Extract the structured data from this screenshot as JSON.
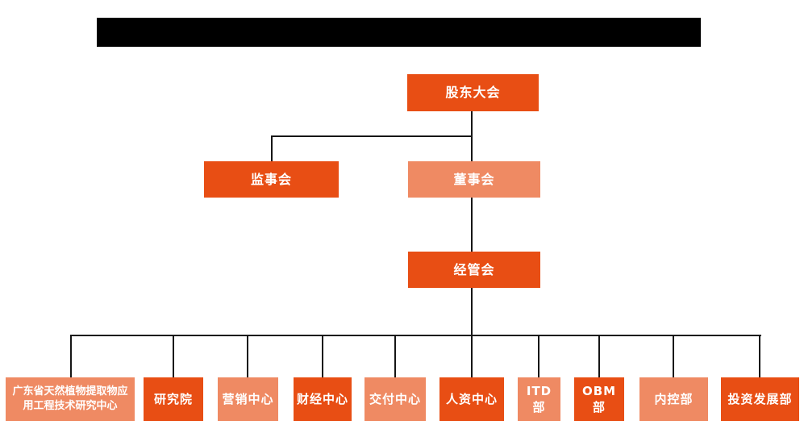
{
  "org": {
    "root": {
      "label": "股东大会",
      "tone": "dark"
    },
    "level2": [
      {
        "label": "监事会",
        "tone": "dark"
      },
      {
        "label": "董事会",
        "tone": "light"
      }
    ],
    "level3": {
      "label": "经管会",
      "tone": "dark"
    },
    "departments": [
      {
        "label": "广东省天然植物提取物应用工程技术研究中心",
        "tone": "light"
      },
      {
        "label": "研究院",
        "tone": "dark"
      },
      {
        "label": "营销中心",
        "tone": "light"
      },
      {
        "label": "财经中心",
        "tone": "dark"
      },
      {
        "label": "交付中心",
        "tone": "light"
      },
      {
        "label": "人资中心",
        "tone": "dark"
      },
      {
        "label": "ITD部",
        "tone": "light"
      },
      {
        "label": "OBM部",
        "tone": "dark"
      },
      {
        "label": "内控部",
        "tone": "light"
      },
      {
        "label": "投资发展部",
        "tone": "dark"
      }
    ]
  },
  "colors": {
    "dark_orange": "#e84e14",
    "light_orange": "#ef8a63",
    "line": "#161616",
    "title_bar": "#000000",
    "node_text": "#ffffff",
    "background": "#ffffff"
  }
}
